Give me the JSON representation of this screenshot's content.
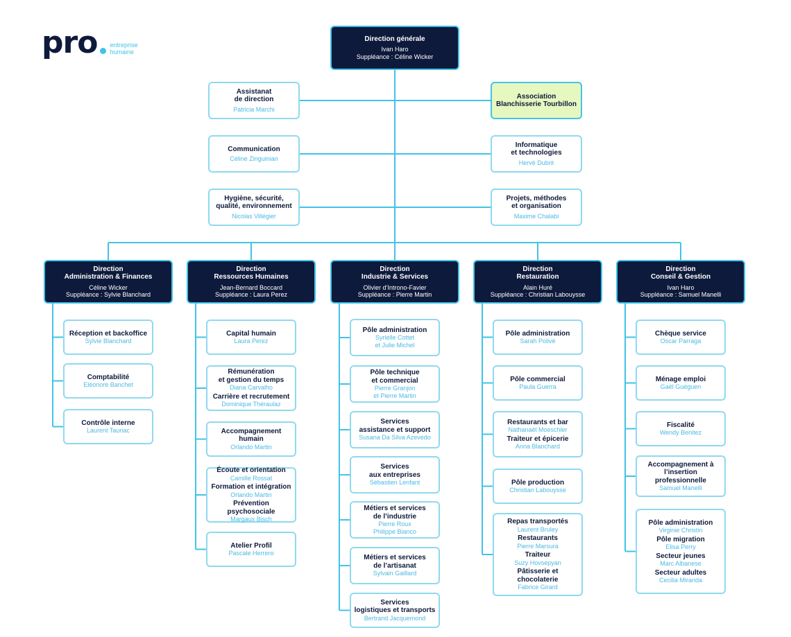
{
  "logo": {
    "main": "pro",
    "tag_line1": "entreprise",
    "tag_line2": "humaine",
    "colors": {
      "navy": "#0e1a3b",
      "cyan": "#41c3e8"
    }
  },
  "colors": {
    "dark_fill": "#0e1a3b",
    "dark_border": "#41c3e8",
    "light_border": "#8fd9ef",
    "green_fill": "#e6f8bf",
    "person_text": "#4cb9e3",
    "connector": "#41c3e8"
  },
  "direction_generale": {
    "title": "Direction générale",
    "people": "Ivan Haro\nSuppléance : Céline Wicker"
  },
  "staff": {
    "assistant": {
      "title": "Assistanat\nde direction",
      "people": "Patricia Marchi"
    },
    "association": {
      "title": "Association\nBlanchisserie Tourbillon"
    },
    "communication": {
      "title": "Communication",
      "people": "Céline Zinguinian"
    },
    "informatique": {
      "title": "Informatique\net technologies",
      "people": "Hervé Dubrit"
    },
    "hygiene": {
      "title": "Hygiène, sécurité,\nqualité, environnement",
      "people": "Nicolas Villégier"
    },
    "projets": {
      "title": "Projets, méthodes\net organisation",
      "people": "Maxime Chalabi"
    }
  },
  "directions": [
    {
      "title": "Direction\nAdministration & Finances",
      "people": "Céline Wicker\nSuppléance : Sylvie Blanchard",
      "units": [
        {
          "entries": [
            {
              "title": "Réception et backoffice",
              "people": "Sylvie Blanchard"
            }
          ]
        },
        {
          "entries": [
            {
              "title": "Comptabilité",
              "people": "Eléonore Banchet"
            }
          ]
        },
        {
          "entries": [
            {
              "title": "Contrôle interne",
              "people": "Laurent Tauriac"
            }
          ]
        }
      ]
    },
    {
      "title": "Direction\nRessources Humaines",
      "people": "Jean-Bernard Boccard\nSuppléance : Laura Perez",
      "units": [
        {
          "entries": [
            {
              "title": "Capital humain",
              "people": "Laura Perez"
            }
          ]
        },
        {
          "entries": [
            {
              "title": "Rémunération\net gestion du temps",
              "people": "Diana Carvalho"
            },
            {
              "title": "Carrière et recrutement",
              "people": "Dominique Théraulaz"
            }
          ]
        },
        {
          "entries": [
            {
              "title": "Accompagnement\nhumain",
              "people": "Orlando Martin"
            }
          ]
        },
        {
          "entries": [
            {
              "title": "Écoute et orientation",
              "people": "Camille Rossat"
            },
            {
              "title": "Formation et intégration",
              "people": "Orlando Martin"
            },
            {
              "title": "Prévention psychosociale",
              "people": "Margaux Bisch"
            }
          ]
        },
        {
          "entries": [
            {
              "title": "Atelier Profil",
              "people": "Pascale Herrero"
            }
          ]
        }
      ]
    },
    {
      "title": "Direction\nIndustrie & Services",
      "people": "Olivier d’Introno-Favier\nSuppléance : Pierre Martin",
      "units": [
        {
          "entries": [
            {
              "title": "Pôle administration",
              "people": "Syrielle Cottet\net Julie Michel"
            }
          ]
        },
        {
          "entries": [
            {
              "title": "Pôle technique\net commercial",
              "people": "Pierre Granjon\net Pierre Martin"
            }
          ]
        },
        {
          "entries": [
            {
              "title": "Services\nassistance et support",
              "people": "Susana Da Silva Azevedo"
            }
          ]
        },
        {
          "entries": [
            {
              "title": "Services\naux entreprises",
              "people": "Sébastien Lenfant"
            }
          ]
        },
        {
          "entries": [
            {
              "title": "Métiers et services\nde l’industrie",
              "people": "Pierre Roux\nPhilippe Bianco"
            }
          ]
        },
        {
          "entries": [
            {
              "title": "Métiers et services\nde l’artisanat",
              "people": "Sylvain Gaillard"
            }
          ]
        },
        {
          "entries": [
            {
              "title": "Services\nlogistiques et transports",
              "people": "Bertrand Jacquemond"
            }
          ]
        }
      ]
    },
    {
      "title": "Direction\nRestauration",
      "people": "Alain Huré\nSuppléance : Christian Labouysse",
      "units": [
        {
          "entries": [
            {
              "title": "Pôle administration",
              "people": "Sarah Polivé"
            }
          ]
        },
        {
          "entries": [
            {
              "title": "Pôle commercial",
              "people": "Paula Guerra"
            }
          ]
        },
        {
          "entries": [
            {
              "title": "Restaurants et bar",
              "people": "Nathanaël Moeschler"
            },
            {
              "title": "Traiteur et épicerie",
              "people": "Anna Blanchard"
            }
          ]
        },
        {
          "entries": [
            {
              "title": "Pôle production",
              "people": "Christian Labouysse"
            }
          ]
        },
        {
          "entries": [
            {
              "title": "Repas transportés",
              "people": "Laurent Bruley"
            },
            {
              "title": "Restaurants",
              "people": "Pierre Marsura"
            },
            {
              "title": "Traiteur",
              "people": "Suzy Hovsepyan"
            },
            {
              "title": "Pâtisserie et chocolaterie",
              "people": "Fabrice Girard"
            }
          ]
        }
      ]
    },
    {
      "title": "Direction\nConseil & Gestion",
      "people": "Ivan Haro\nSuppléance : Samuel Manelli",
      "units": [
        {
          "entries": [
            {
              "title": "Chèque service",
              "people": "Oscar Parraga"
            }
          ]
        },
        {
          "entries": [
            {
              "title": "Ménage emploi",
              "people": "Gaël Guéguen"
            }
          ]
        },
        {
          "entries": [
            {
              "title": "Fiscalité",
              "people": "Wendy Benitez"
            }
          ]
        },
        {
          "entries": [
            {
              "title": "Accompagnement à\nl’insertion professionnelle",
              "people": "Samuel Manelli"
            }
          ]
        },
        {
          "entries": [
            {
              "title": "Pôle administration",
              "people": "Virginie Christin"
            },
            {
              "title": "Pôle migration",
              "people": "Elisa Perry"
            },
            {
              "title": "Secteur jeunes",
              "people": "Marc Albanese"
            },
            {
              "title": "Secteur adultes",
              "people": "Cecilia Miranda"
            }
          ]
        }
      ]
    }
  ]
}
